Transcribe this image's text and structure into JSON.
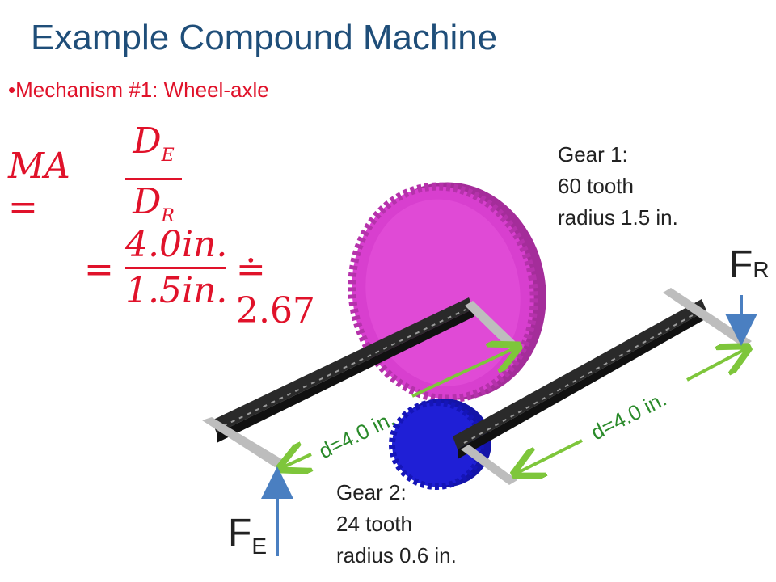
{
  "title": "Example Compound Machine",
  "bullet": "•Mechanism #1: Wheel-axle",
  "formula": {
    "lhs": "MA =",
    "num1": "D",
    "num1_sub": "E",
    "den1": "D",
    "den1_sub": "R",
    "eq2": "=",
    "num2": "4.0in.",
    "den2": "1.5in.",
    "approx": "≐ 2.67"
  },
  "gear1": {
    "line1": "Gear 1:",
    "line2": "60 tooth",
    "line3": "radius 1.5 in."
  },
  "gear2": {
    "line1": "Gear 2:",
    "line2": "24 tooth",
    "line3": "radius 0.6 in."
  },
  "distance_left": "d=4.0 in.",
  "distance_right": "d=4.0 in.",
  "force_r": {
    "main": "F",
    "sub": "R"
  },
  "force_e": {
    "main": "F",
    "sub": "E"
  },
  "colors": {
    "title": "#1f4e79",
    "formula": "#e0122a",
    "gear1": "#d83fcf",
    "gear2": "#1f1fd6",
    "dimension": "#7ec63b",
    "force_arrow": "#4a7fc1"
  }
}
